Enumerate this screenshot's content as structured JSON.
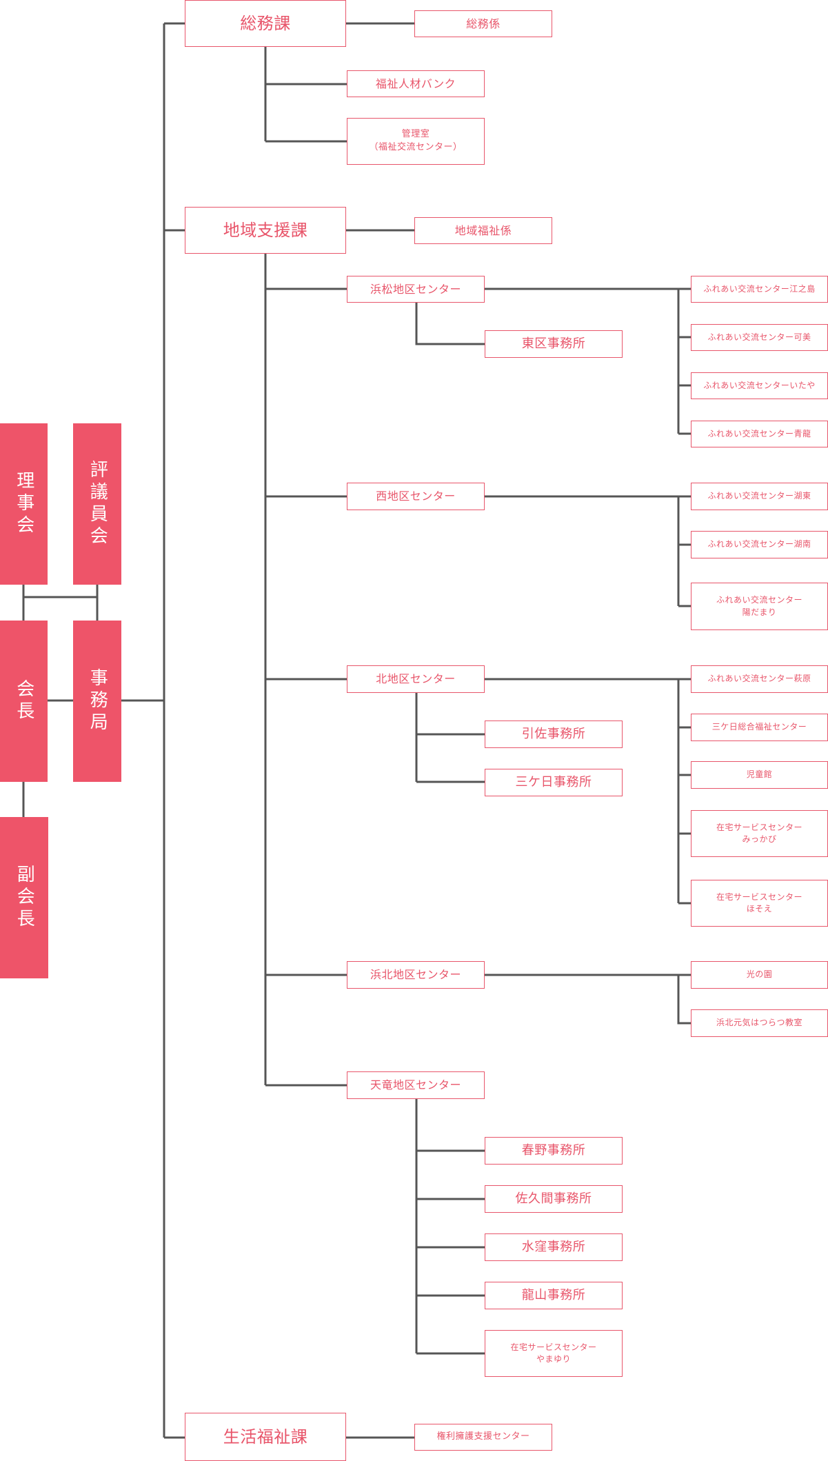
{
  "left_boxes": {
    "rijikai": "理事会",
    "hyogiinkai": "評議員会",
    "kaicho": "会長",
    "jimukyoku": "事務局",
    "fukukaicho": "副会長"
  },
  "somuka": {
    "title": "総務課",
    "somugakari": "総務係",
    "jinzai_bank": "福祉人材バンク",
    "kanrishitsu": "管理室\n（福祉交流センター）"
  },
  "chiiki_shienka": {
    "title": "地域支援課",
    "chiiki_fukushigakari": "地域福祉係",
    "hamamatsu": {
      "title": "浜松地区センター",
      "higashi": "東区事務所",
      "fureai": [
        "ふれあい交流センター江之島",
        "ふれあい交流センター可美",
        "ふれあい交流センターいたや",
        "ふれあい交流センター青龍"
      ]
    },
    "nishi": {
      "title": "西地区センター",
      "fureai": [
        "ふれあい交流センター湖東",
        "ふれあい交流センター湖南",
        "ふれあい交流センター\n陽だまり"
      ]
    },
    "kita": {
      "title": "北地区センター",
      "inasa": "引佐事務所",
      "mikkabi": "三ケ日事務所",
      "facilities": [
        "ふれあい交流センター萩原",
        "三ケ日総合福祉センター",
        "児童館",
        "在宅サービスセンター\nみっかび",
        "在宅サービスセンター\nほそえ"
      ]
    },
    "hamakita": {
      "title": "浜北地区センター",
      "facilities": [
        "光の園",
        "浜北元気はつらつ教室"
      ]
    },
    "tenryu": {
      "title": "天竜地区センター",
      "offices": [
        "春野事務所",
        "佐久間事務所",
        "水窪事務所",
        "龍山事務所",
        "在宅サービスセンター\nやまゆり"
      ]
    }
  },
  "seikatsu_fukushika": {
    "title": "生活福祉課",
    "kenri_yogo": "権利擁護支援センター"
  },
  "colors": {
    "accent": "#e8556a",
    "fill": "#ee5469",
    "line": "#555555"
  }
}
